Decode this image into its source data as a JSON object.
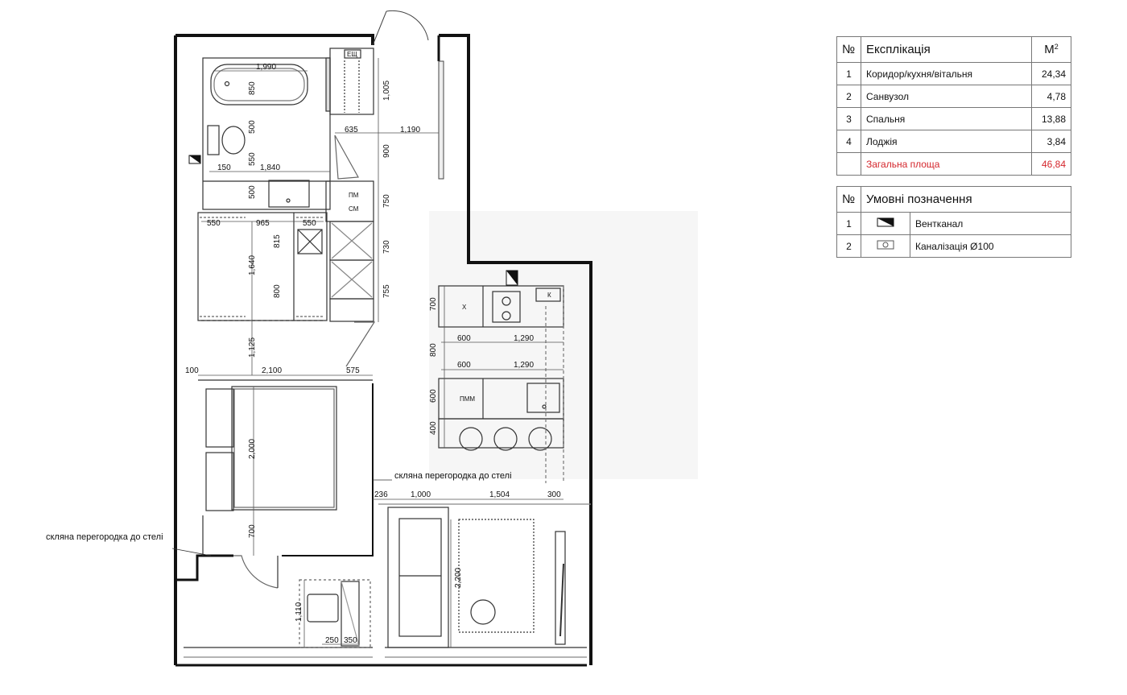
{
  "explication": {
    "header": {
      "no": "№",
      "name": "Експлікація",
      "unit": "М",
      "unit_sup": "2"
    },
    "rows": [
      {
        "no": "1",
        "name": "Коридор/кухня/вітальня",
        "value": "24,34"
      },
      {
        "no": "2",
        "name": "Санвузол",
        "value": "4,78"
      },
      {
        "no": "3",
        "name": "Спальня",
        "value": "13,88"
      },
      {
        "no": "4",
        "name": "Лоджія",
        "value": "3,84"
      }
    ],
    "total": {
      "name": "Загальна площа",
      "value": "46,84",
      "color": "#d4262c"
    }
  },
  "legend": {
    "header": {
      "no": "№",
      "name": "Умовні позначення"
    },
    "rows": [
      {
        "no": "1",
        "symbol": "vent-channel-icon",
        "name": "Вентканал"
      },
      {
        "no": "2",
        "symbol": "sewer-icon",
        "name": "Каналізація Ø100"
      }
    ]
  },
  "plan": {
    "labels": {
      "glass_partition_right": "скляна перегородка до стелі",
      "glass_partition_left": "скляна перегородка до стелі",
      "esch": "ЕЩ",
      "pm": "ПМ",
      "sm": "СМ",
      "fridge": "Х",
      "dishwasher": "ПММ",
      "oven": "К"
    },
    "dims": {
      "bath_w": "1,990",
      "bath_h": "850",
      "wc_500": "500",
      "wc_550": "550",
      "d150": "150",
      "d1840": "1,840",
      "sink_500": "500",
      "d1005": "1,005",
      "d635": "635",
      "d1190": "1,190",
      "d900": "900",
      "d750": "750",
      "d730": "730",
      "d755": "755",
      "w550a": "550",
      "w965": "965",
      "w550b": "550",
      "w815": "815",
      "w1640": "1,640",
      "w800": "800",
      "d1125": "1,125",
      "d100": "100",
      "d2100": "2,100",
      "d575": "575",
      "bed2000": "2,000",
      "d700bed": "700",
      "k700": "700",
      "k600a": "600",
      "k1290a": "1,290",
      "k800": "800",
      "k600b": "600",
      "k1290b": "1,290",
      "k600c": "600",
      "k400": "400",
      "l236": "236",
      "l1000": "1,000",
      "l1504": "1,504",
      "l300": "300",
      "sofa2200": "2,200",
      "d1110": "1,110",
      "d250": "250",
      "d350": "350"
    }
  }
}
